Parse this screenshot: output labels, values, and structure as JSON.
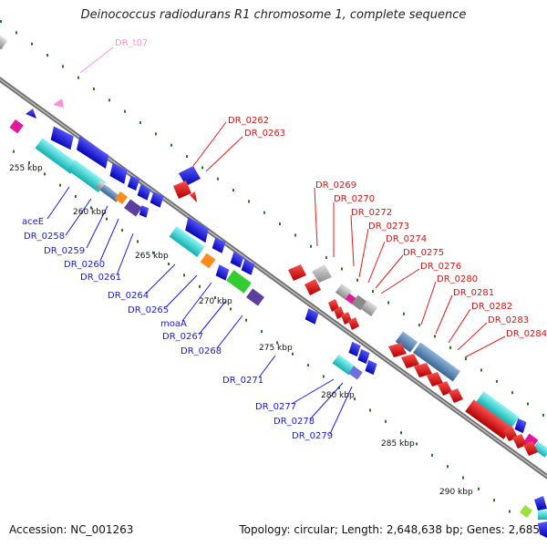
{
  "title": "Deinococcus radiodurans R1 chromosome 1, complete sequence",
  "accession": "Accession: NC_001263",
  "topology": "Topology: circular; Length: 2,648,638 bp; Genes: 2,685",
  "colors": {
    "forward_gene": "#1a1ae6",
    "reverse_gene": "#e61a1a",
    "cds_cyan": "#1fd6d6",
    "trna_pink": "#ff66cc",
    "rrna_magenta": "#e0189c",
    "grey": "#a0a0a0",
    "backbone": "#808080",
    "tick_green": "#1e7a1e",
    "orange": "#ff8c1a",
    "green": "#33cc33",
    "purple": "#5a3fa0",
    "steel": "#4f7fb0"
  },
  "scale_labels": [
    "255 kbp",
    "260 kbp",
    "265 kbp",
    "270 kbp",
    "275 kbp",
    "280 kbp",
    "285 kbp",
    "290 kbp"
  ],
  "labels_blue": [
    "aceE",
    "DR_0258",
    "DR_0259",
    "DR_0260",
    "DR_0261",
    "DR_0264",
    "DR_0265",
    "moaA",
    "DR_0267",
    "DR_0268",
    "DR_0271",
    "DR_0277",
    "DR_0278",
    "DR_0279"
  ],
  "labels_red": [
    "DR_0262",
    "DR_0263",
    "DR_0269",
    "DR_0270",
    "DR_0272",
    "DR_0273",
    "DR_0274",
    "DR_0275",
    "DR_0276",
    "DR_0280",
    "DR_0281",
    "DR_0282",
    "DR_0283",
    "DR_0284"
  ],
  "labels_pink": [
    "DR_t07"
  ]
}
